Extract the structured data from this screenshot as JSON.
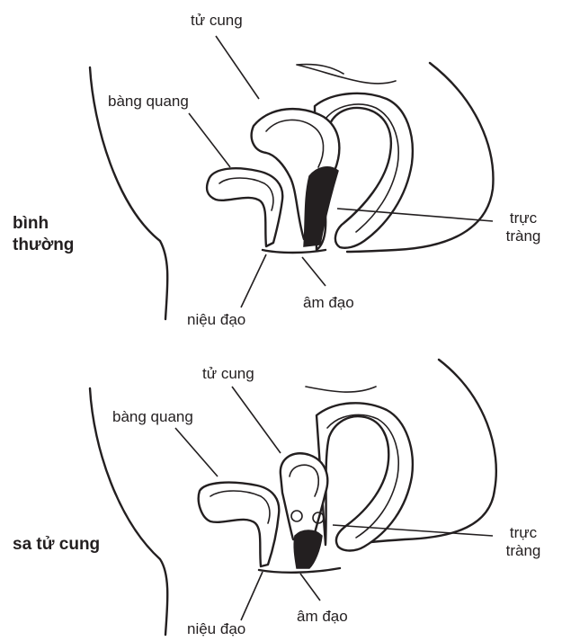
{
  "panels": {
    "normal": {
      "side_label": [
        "bình",
        "thường"
      ],
      "labels": {
        "uterus": "tử cung",
        "bladder": "bàng quang",
        "rectum": [
          "trực",
          "tràng"
        ],
        "urethra": "niệu đạo",
        "vagina": "âm đạo"
      }
    },
    "prolapse": {
      "side_label": [
        "sa tử cung"
      ],
      "labels": {
        "uterus": "tử cung",
        "bladder": "bàng quang",
        "rectum": [
          "trực",
          "tràng"
        ],
        "urethra": "niệu đạo",
        "vagina": "âm đạo"
      }
    }
  }
}
